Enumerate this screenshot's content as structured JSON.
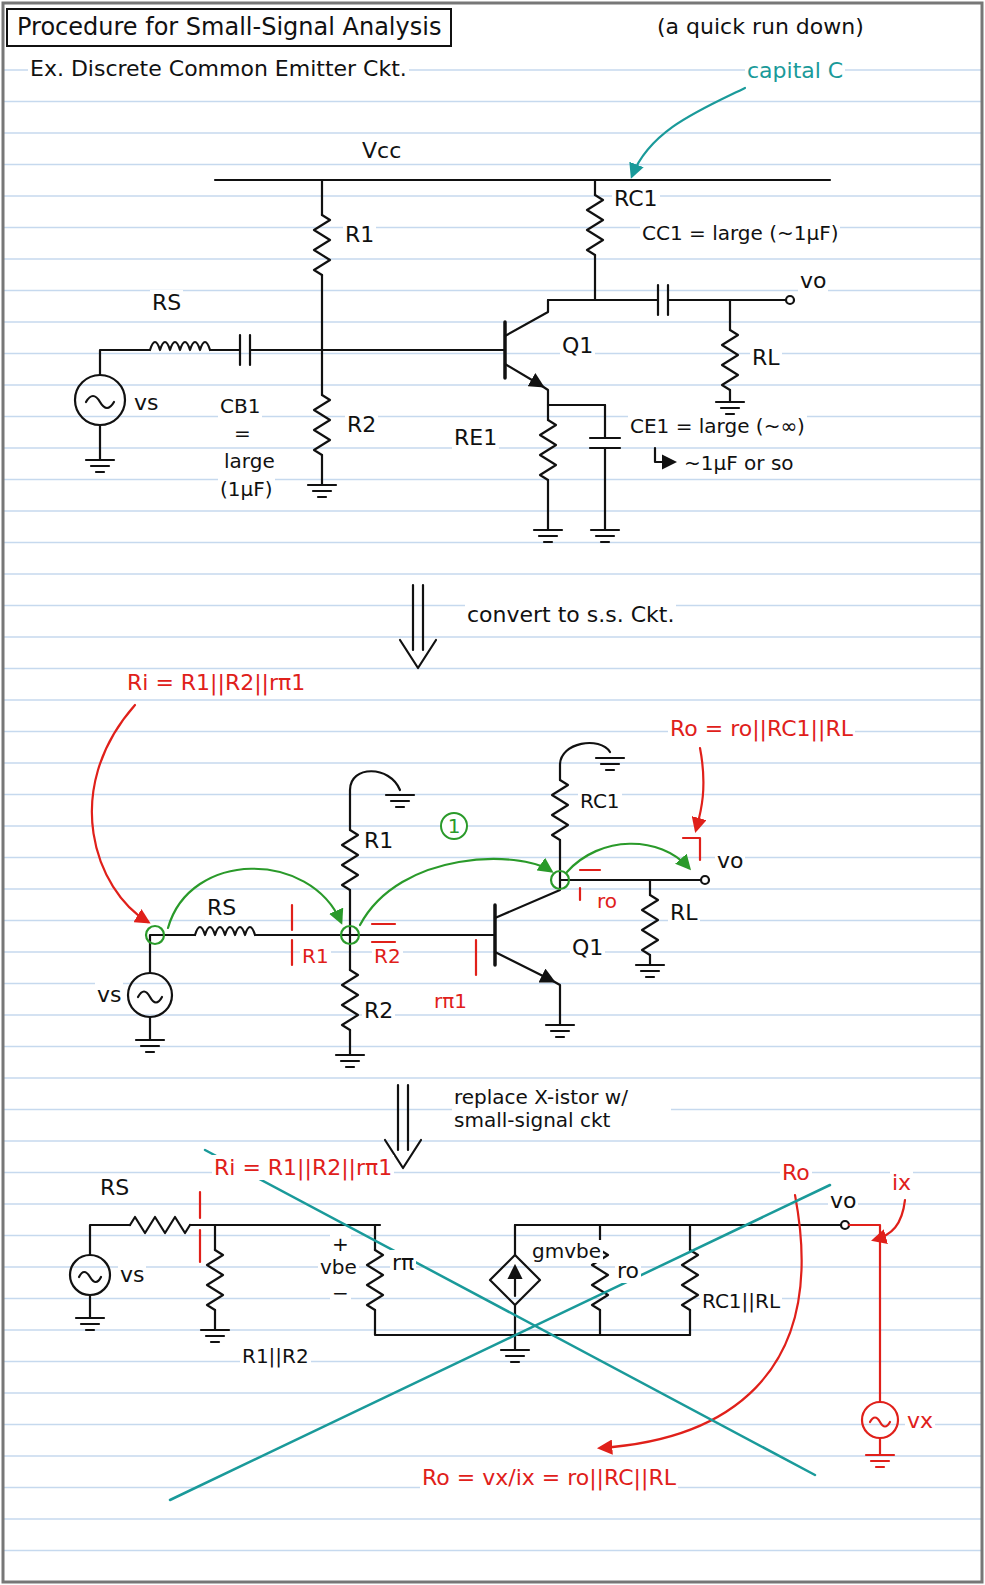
{
  "diagram": {
    "nodes": [
      {
        "text": [
          "Procedure for Small-Signal Analysis"
        ]
      }
    ],
    "labels": [
      "(a quick run down)",
      "Ex. Discrete Common Emitter Ckt.",
      "capital C",
      "Vcc",
      "RC1",
      "CC1 = large (~1μF)",
      "vo",
      "R1",
      "RS",
      "Q1",
      "RL",
      "vs",
      "CB1",
      "=",
      "large",
      "(1μF)",
      "R2",
      "RE1",
      "CE1 = large (~∞)",
      "~1μF or so",
      "convert to s.s. Ckt.",
      "Ri = R1||R2||rπ1",
      "Ro = ro||RC1||RL",
      "RC1",
      "R1",
      "RS",
      "R1",
      "1",
      "ro",
      "Q1",
      "RL",
      "vo",
      "vs",
      "R2",
      "rπ1",
      "R2",
      "replace X-istor w/ small-signal ckt",
      "RS",
      "Ri = R1||R2||rπ1",
      "vs",
      "+",
      "vbe",
      "−",
      "rπ",
      "R1||R2",
      "gmvbe",
      "ro",
      "Ro",
      "ix",
      "vo",
      "RC1||RL",
      "vx",
      "Ro = vx/ix = ro||RC||RL"
    ]
  }
}
